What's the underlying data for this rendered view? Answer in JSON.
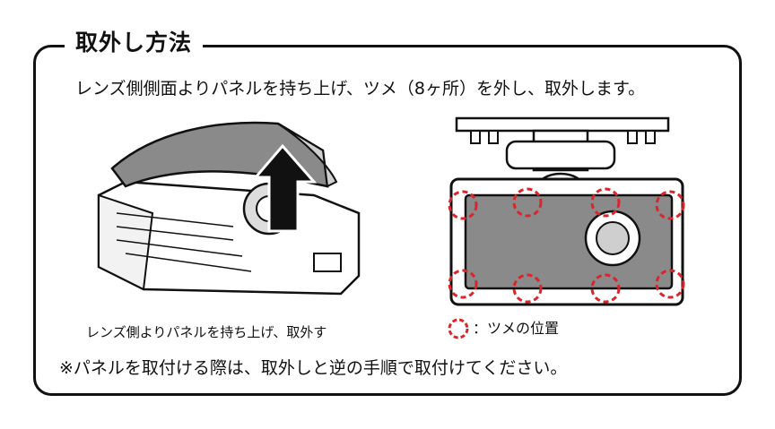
{
  "title": "取外し方法",
  "instruction": "レンズ側側面よりパネルを持ち上げ、ツメ（8ヶ所）を外し、取外します。",
  "left_caption": "レンズ側よりパネルを持ち上げ、取外す",
  "legend_text": "：ツメの位置",
  "note": "※パネルを取付ける際は、取外しと逆の手順で取付けてください。",
  "colors": {
    "claw_marker": "#d9262c",
    "panel_gray": "#8a8a8a",
    "line": "#111111"
  },
  "claw_count": 8
}
